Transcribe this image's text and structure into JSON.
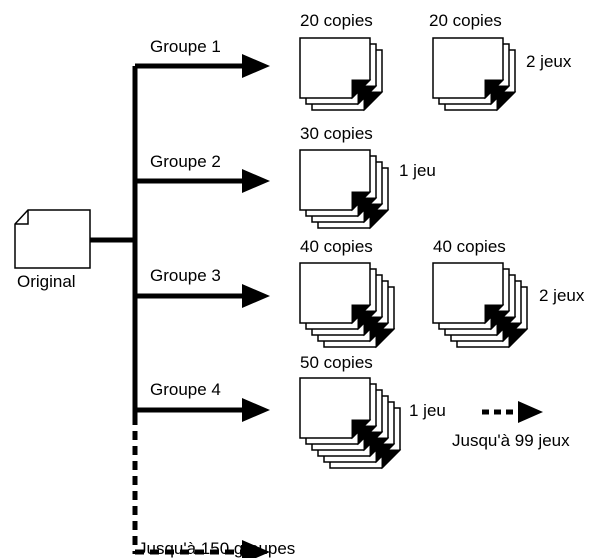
{
  "original_label": "Original",
  "groups": [
    {
      "label": "Groupe 1",
      "stacks": [
        {
          "copies": "20 copies"
        },
        {
          "copies": "20 copies"
        }
      ],
      "sets": "2 jeux"
    },
    {
      "label": "Groupe 2",
      "stacks": [
        {
          "copies": "30 copies"
        }
      ],
      "sets": "1 jeu"
    },
    {
      "label": "Groupe 3",
      "stacks": [
        {
          "copies": "40 copies"
        },
        {
          "copies": "40 copies"
        }
      ],
      "sets": "2 jeux"
    },
    {
      "label": "Groupe 4",
      "stacks": [
        {
          "copies": "50 copies"
        }
      ],
      "sets": "1 jeu"
    }
  ],
  "max_sets": "Jusqu'à 99 jeux",
  "max_groups": "Jusqu'à 150 groupes",
  "colors": {
    "ink": "#000000",
    "paper": "#ffffff"
  }
}
